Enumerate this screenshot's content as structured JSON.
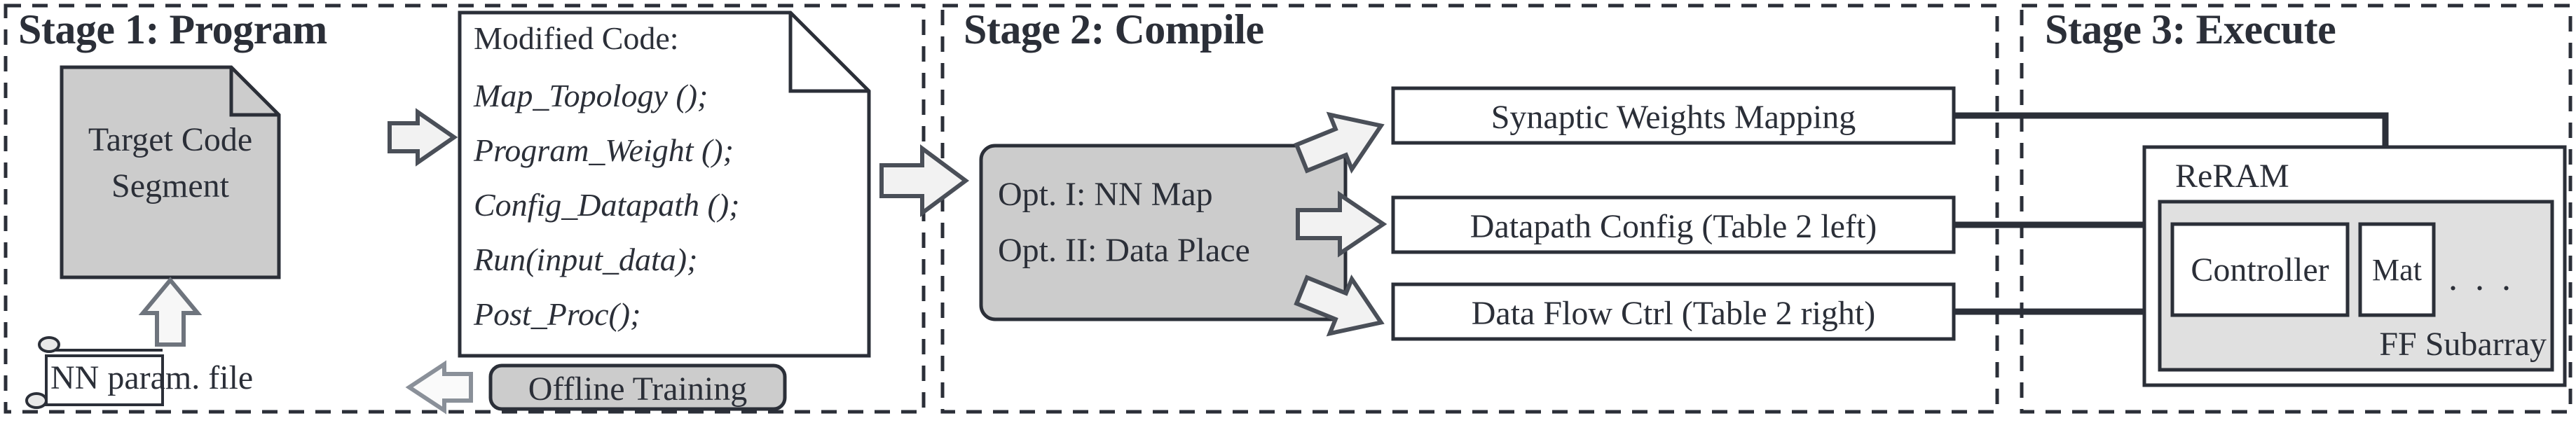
{
  "figure": {
    "type": "flow-diagram",
    "stages": [
      {
        "id": "stage1",
        "title": "Stage 1: Program",
        "nodes": [
          {
            "name": "target-code-segment",
            "shape": "document-folded-corner",
            "fill": "gray",
            "lines": [
              "Target Code",
              "Segment"
            ]
          },
          {
            "name": "nn-param-file",
            "shape": "scroll",
            "fill": "white",
            "lines": [
              "NN param. file"
            ]
          },
          {
            "name": "offline-training",
            "shape": "rounded-rect",
            "fill": "gray",
            "lines": [
              "Offline Training"
            ]
          },
          {
            "name": "modified-code",
            "shape": "document-folded-corner",
            "fill": "white",
            "heading": "Modified Code:",
            "code_lines": [
              "Map_Topology ();",
              "Program_Weight ();",
              "Config_Datapath ();",
              "Run(input_data);",
              "Post_Proc();"
            ]
          }
        ],
        "arrows": [
          {
            "name": "arrow-nnparam-to-target",
            "style": "hollow-block",
            "direction": "up"
          },
          {
            "name": "arrow-target-to-modified",
            "style": "hollow-block",
            "direction": "right"
          },
          {
            "name": "arrow-offline-to-nnparam",
            "style": "hollow-block",
            "direction": "left"
          }
        ]
      },
      {
        "id": "stage2",
        "title": "Stage 2: Compile",
        "nodes": [
          {
            "name": "optimization-box",
            "shape": "rounded-rect",
            "fill": "gray",
            "lines": [
              "Opt. I:  NN Map",
              "Opt. II: Data Place"
            ]
          },
          {
            "name": "synaptic-weights-mapping-box",
            "shape": "rect",
            "fill": "white",
            "lines": [
              "Synaptic Weights Mapping"
            ]
          },
          {
            "name": "datapath-config-box",
            "shape": "rect",
            "fill": "white",
            "lines": [
              "Datapath Config (Table 2 left)"
            ]
          },
          {
            "name": "data-flow-ctrl-box",
            "shape": "rect",
            "fill": "white",
            "lines": [
              "Data Flow Ctrl (Table 2 right)"
            ]
          }
        ],
        "arrows": [
          {
            "name": "arrow-opt-to-synaptic",
            "style": "hollow-block",
            "direction": "up-right"
          },
          {
            "name": "arrow-opt-to-datapath",
            "style": "hollow-block",
            "direction": "right"
          },
          {
            "name": "arrow-opt-to-dataflow",
            "style": "hollow-block",
            "direction": "down-right"
          }
        ]
      },
      {
        "id": "stage3",
        "title": "Stage 3: Execute",
        "nodes": [
          {
            "name": "reram-box",
            "shape": "rect",
            "fill": "white",
            "lines": [
              "ReRAM"
            ]
          },
          {
            "name": "ff-subarray-box",
            "shape": "rect",
            "fill": "gray",
            "lines": [
              "FF Subarray"
            ]
          },
          {
            "name": "controller-box",
            "shape": "rect",
            "fill": "white",
            "lines": [
              "Controller"
            ]
          },
          {
            "name": "mat-box",
            "shape": "rect",
            "fill": "white",
            "lines": [
              "Mat"
            ]
          },
          {
            "name": "mat-ellipsis",
            "shape": "text",
            "lines": [
              ". . ."
            ]
          }
        ],
        "arrows": [
          {
            "name": "arrow-synaptic-to-mat",
            "style": "solid-line",
            "direction": "right-then-down"
          },
          {
            "name": "arrow-datapath-to-controller",
            "style": "solid-line",
            "direction": "right"
          },
          {
            "name": "arrow-dataflow-to-controller",
            "style": "solid-line",
            "direction": "right"
          }
        ]
      }
    ],
    "colors": {
      "ink": "#2b2f38",
      "gray_fill": "#cccccc",
      "light_gray_fill": "#e0e0e0",
      "arrow_fill": "#f2f2f2",
      "white_fill": "#ffffff"
    }
  },
  "stage1": {
    "title": "Stage 1: Program",
    "target_code": {
      "line1": "Target Code",
      "line2": "Segment"
    },
    "nn_param_file": "NN param. file",
    "offline_training": "Offline Training",
    "modified_code": {
      "heading": "Modified Code:",
      "line1": "Map_Topology ();",
      "line2": "Program_Weight ();",
      "line3": "Config_Datapath ();",
      "line4": "Run(input_data);",
      "line5": "Post_Proc();"
    }
  },
  "stage2": {
    "title": "Stage 2: Compile",
    "opt": {
      "line1": "Opt. I:  NN Map",
      "line2": "Opt. II: Data Place"
    },
    "out1": "Synaptic Weights Mapping",
    "out2": "Datapath Config (Table 2 left)",
    "out3": "Data Flow Ctrl (Table 2 right)"
  },
  "stage3": {
    "title": "Stage 3: Execute",
    "reram": "ReRAM",
    "ff_subarray": "FF Subarray",
    "controller": "Controller",
    "mat": "Mat",
    "ellipsis": ". . ."
  }
}
